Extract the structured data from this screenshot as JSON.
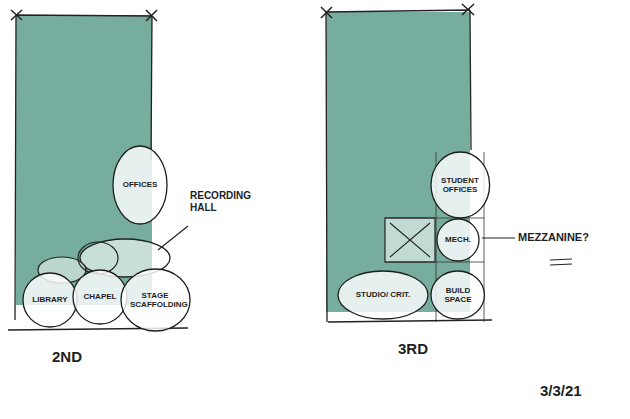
{
  "diagram": {
    "nodes": [
      {
        "text": [
          "OFFICES"
        ]
      },
      {
        "text": [
          "LIBRARY"
        ]
      },
      {
        "text": [
          "CHAPEL"
        ]
      },
      {
        "text": [
          "STAGE SCAFFOLDING"
        ]
      },
      {
        "text": [
          "STUDENT OFFICES"
        ]
      },
      {
        "text": [
          "MECH."
        ]
      },
      {
        "text": [
          "STUDIO/ CRIT."
        ]
      },
      {
        "text": [
          "BUILD SPACE"
        ]
      }
    ],
    "labels": [
      "RECORDING HALL",
      "2ND",
      "MEZZANINE?",
      "3RD",
      "3/3/21"
    ]
  }
}
